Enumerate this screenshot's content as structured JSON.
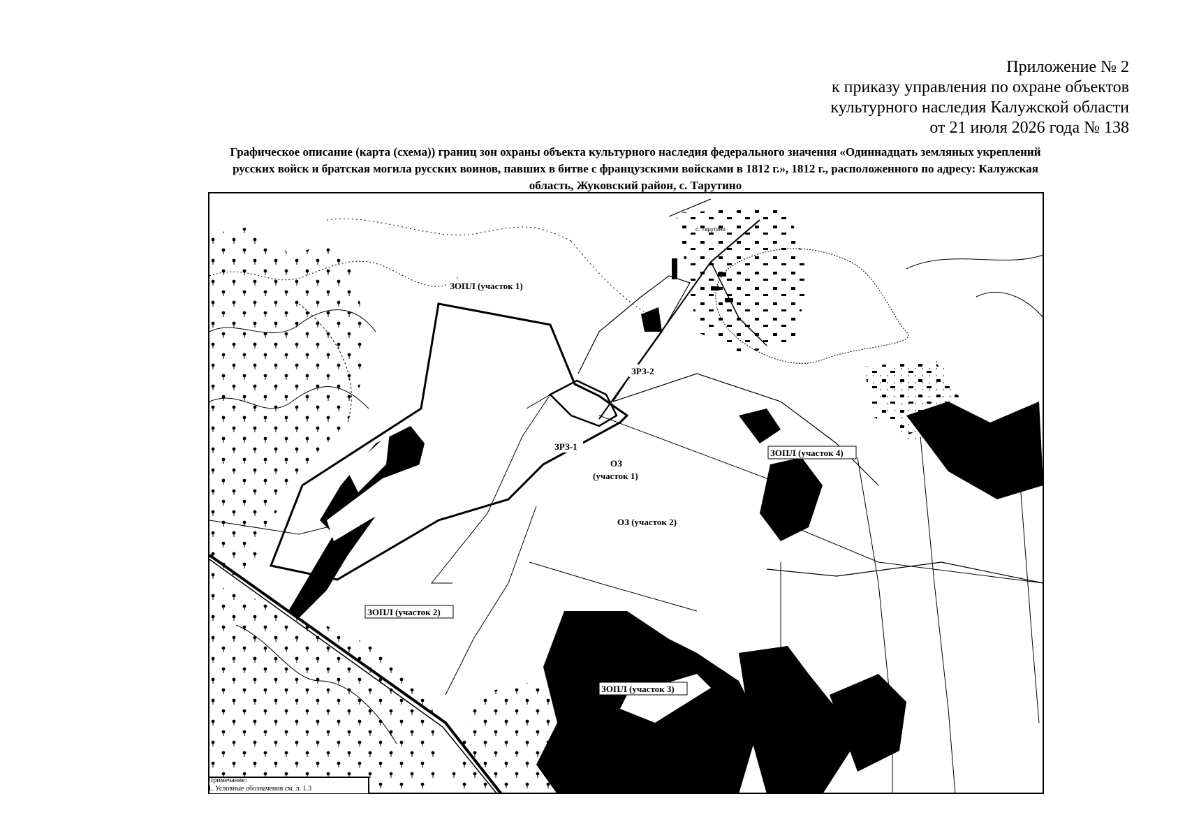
{
  "header": {
    "line1": "Приложение № 2",
    "line2": "к приказу управления по охране объектов",
    "line3": "культурного наследия Калужской области",
    "line4": "от 21 июля 2026 года № 138"
  },
  "title": {
    "line1": "Графическое описание (карта (схема)) границ зон охраны объекта культурного наследия федерального значения «Одиннадцать земляных укреплений",
    "line2": "русских войск и братская могила русских воинов, павших в битве с французскими войсками в 1812 г.», 1812 г., расположенного по адресу: Калужская",
    "line3": "область, Жуковский район, с. Тарутино"
  },
  "map": {
    "labels": {
      "zopl1": "ЗОПЛ (участок 1)",
      "zopl2": "ЗОПЛ (участок 2)",
      "zopl3": "ЗОПЛ (участок 3)",
      "zopl4": "ЗОПЛ (участок 4)",
      "zrz1": "ЗРЗ-1",
      "zrz2": "ЗРЗ-2",
      "oz1_a": "ОЗ",
      "oz1_b": "(участок 1)",
      "oz2": "ОЗ (участок 2)",
      "village": "с. Тарутино"
    },
    "colors": {
      "ink": "#000000",
      "paper": "#ffffff"
    }
  },
  "note": {
    "heading": "Примечание:",
    "item1": "1. Условные обозначения см. л. 1.3"
  }
}
